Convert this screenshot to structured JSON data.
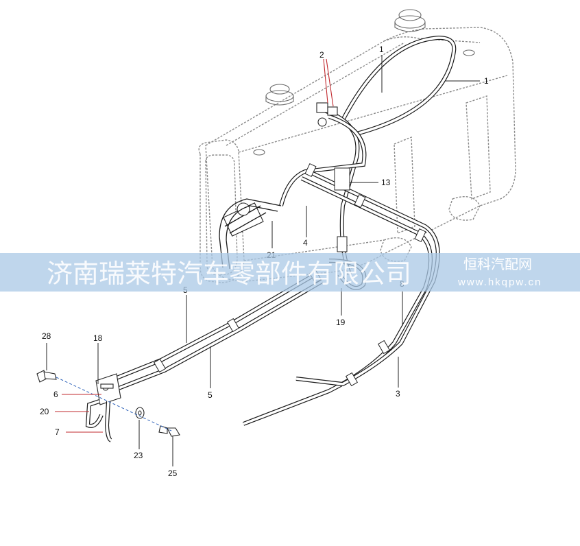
{
  "watermark": {
    "company": "济南瑞莱特汽车零部件有限公司",
    "site_name": "恒科汽配网",
    "site_url": "www.hkqpw.cn"
  },
  "callouts": [
    {
      "id": "c1a",
      "text": "1"
    },
    {
      "id": "c1b",
      "text": "1"
    },
    {
      "id": "c2",
      "text": "2"
    },
    {
      "id": "c13",
      "text": "13"
    },
    {
      "id": "c21",
      "text": "21"
    },
    {
      "id": "c4",
      "text": "4"
    },
    {
      "id": "c8",
      "text": "8"
    },
    {
      "id": "c19",
      "text": "19"
    },
    {
      "id": "c5a",
      "text": "5"
    },
    {
      "id": "c5b",
      "text": "5"
    },
    {
      "id": "c3",
      "text": "3"
    },
    {
      "id": "c28",
      "text": "28"
    },
    {
      "id": "c18",
      "text": "18"
    },
    {
      "id": "c6",
      "text": "6"
    },
    {
      "id": "c20",
      "text": "20"
    },
    {
      "id": "c7",
      "text": "7"
    },
    {
      "id": "c23",
      "text": "23"
    },
    {
      "id": "c25",
      "text": "25"
    }
  ]
}
